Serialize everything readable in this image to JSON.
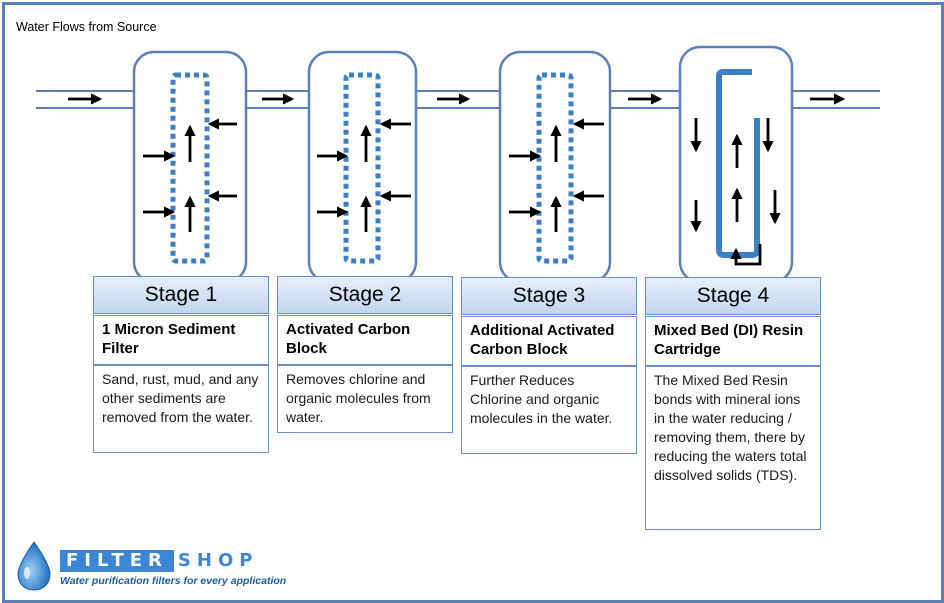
{
  "caption": "Water Flows from Source",
  "stages": [
    {
      "label": "Stage 1",
      "name": "1 Micron Sediment Filter",
      "description": "Sand, rust, mud, and any other sediments are removed from the water."
    },
    {
      "label": "Stage 2",
      "name": "Activated Carbon Block",
      "description": "Removes  chlorine and organic molecules from water."
    },
    {
      "label": "Stage 3",
      "name": "Additional Activated Carbon Block",
      "description": "Further Reduces Chlorine and organic molecules in the water."
    },
    {
      "label": "Stage 4",
      "name": "Mixed Bed (DI) Resin Cartridge",
      "description": "The Mixed Bed Resin bonds with mineral ions in the water reducing / removing them, there by reducing the waters total dissolved solids (TDS)."
    }
  ],
  "logo": {
    "word_filter": "FILTER",
    "word_shop": "SHOP",
    "tagline": "Water purification filters for every application"
  },
  "colors": {
    "outline": "#5b80b8",
    "cartridge": "#3c7fc4",
    "stage_fill": "#c3d5ee",
    "brand": "#3c86d6"
  },
  "icons": [
    "flow-arrow-icon",
    "water-drop-icon"
  ]
}
